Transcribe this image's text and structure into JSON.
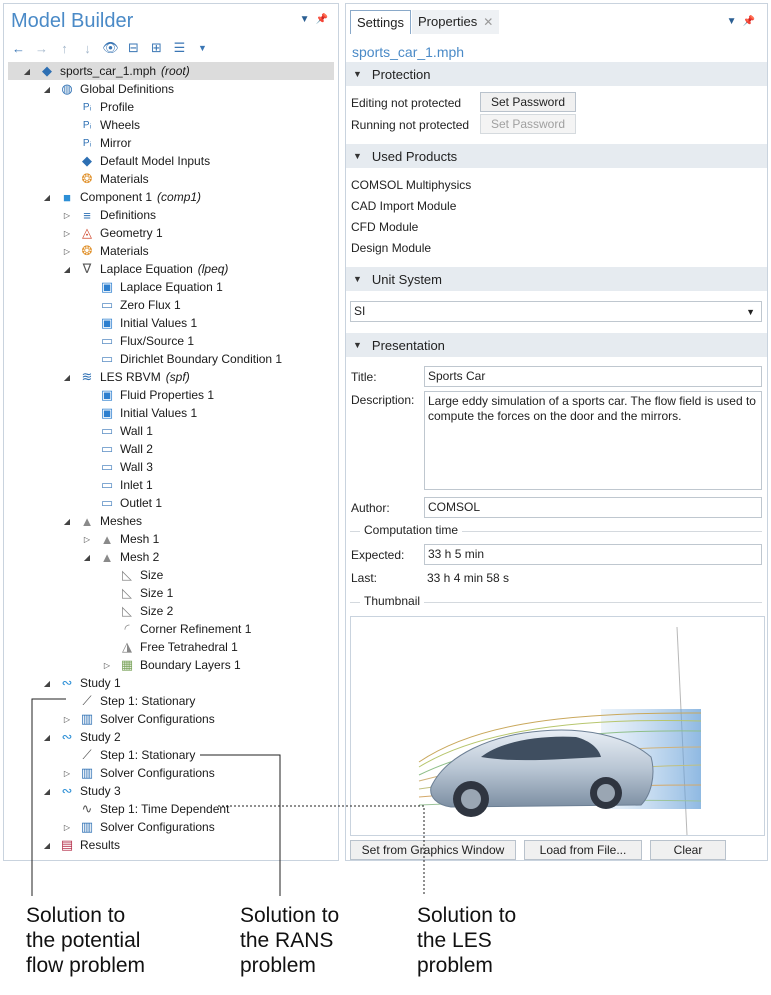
{
  "model_builder": {
    "title": "Model Builder",
    "tree": [
      {
        "label": "sports_car_1.mph",
        "tag": "(root)",
        "icon": "file-icon"
      },
      {
        "label": "Global Definitions",
        "icon": "globe-icon"
      },
      {
        "label": "Profile",
        "icon": "parameter-icon"
      },
      {
        "label": "Wheels",
        "icon": "parameter-icon"
      },
      {
        "label": "Mirror",
        "icon": "parameter-icon"
      },
      {
        "label": "Default Model Inputs",
        "icon": "model-inputs-icon"
      },
      {
        "label": "Materials",
        "icon": "materials-icon"
      },
      {
        "label": "Component 1",
        "tag": "(comp1)",
        "icon": "component-icon"
      },
      {
        "label": "Definitions",
        "icon": "definitions-icon"
      },
      {
        "label": "Geometry 1",
        "icon": "geometry-icon"
      },
      {
        "label": "Materials",
        "icon": "materials-icon"
      },
      {
        "label": "Laplace Equation",
        "tag": "(lpeq)",
        "icon": "physics-icon"
      },
      {
        "label": "Laplace Equation 1",
        "icon": "domain-feature-icon"
      },
      {
        "label": "Zero Flux 1",
        "icon": "boundary-feature-icon"
      },
      {
        "label": "Initial Values 1",
        "icon": "domain-feature-icon"
      },
      {
        "label": "Flux/Source 1",
        "icon": "boundary-feature-icon"
      },
      {
        "label": "Dirichlet Boundary Condition 1",
        "icon": "boundary-feature-icon"
      },
      {
        "label": "LES RBVM",
        "tag": "(spf)",
        "icon": "flow-physics-icon"
      },
      {
        "label": "Fluid Properties 1",
        "icon": "domain-feature-icon"
      },
      {
        "label": "Initial Values 1",
        "icon": "domain-feature-icon"
      },
      {
        "label": "Wall 1",
        "icon": "boundary-feature-icon"
      },
      {
        "label": "Wall 2",
        "icon": "boundary-feature-icon"
      },
      {
        "label": "Wall 3",
        "icon": "boundary-feature-icon"
      },
      {
        "label": "Inlet 1",
        "icon": "boundary-feature-icon"
      },
      {
        "label": "Outlet 1",
        "icon": "boundary-feature-icon"
      },
      {
        "label": "Meshes",
        "icon": "mesh-icon"
      },
      {
        "label": "Mesh 1",
        "icon": "mesh-icon"
      },
      {
        "label": "Mesh 2",
        "icon": "mesh-icon"
      },
      {
        "label": "Size",
        "icon": "size-icon"
      },
      {
        "label": "Size 1",
        "icon": "size-icon"
      },
      {
        "label": "Size 2",
        "icon": "size-icon"
      },
      {
        "label": "Corner Refinement 1",
        "icon": "corner-refinement-icon"
      },
      {
        "label": "Free Tetrahedral 1",
        "icon": "free-tetrahedral-icon"
      },
      {
        "label": "Boundary Layers 1",
        "icon": "boundary-layers-icon"
      },
      {
        "label": "Study 1",
        "icon": "study-icon"
      },
      {
        "label": "Step 1: Stationary",
        "icon": "stationary-step-icon"
      },
      {
        "label": "Solver Configurations",
        "icon": "solver-icon"
      },
      {
        "label": "Study 2",
        "icon": "study-icon"
      },
      {
        "label": "Step 1: Stationary",
        "icon": "stationary-step-icon"
      },
      {
        "label": "Solver Configurations",
        "icon": "solver-icon"
      },
      {
        "label": "Study 3",
        "icon": "study-icon"
      },
      {
        "label": "Step 1: Time Dependent",
        "icon": "time-dependent-step-icon"
      },
      {
        "label": "Solver Configurations",
        "icon": "solver-icon"
      },
      {
        "label": "Results",
        "icon": "results-icon"
      }
    ]
  },
  "settings": {
    "tabs": [
      "Settings",
      "Properties"
    ],
    "filename": "sports_car_1.mph",
    "protection": {
      "header": "Protection",
      "editing_label": "Editing not protected",
      "running_label": "Running not protected",
      "set_password": "Set Password"
    },
    "used_products": {
      "header": "Used Products",
      "items": [
        "COMSOL Multiphysics",
        "CAD Import Module",
        "CFD Module",
        "Design Module"
      ]
    },
    "unit_system": {
      "header": "Unit System",
      "value": "SI"
    },
    "presentation": {
      "header": "Presentation",
      "title_label": "Title:",
      "title_value": "Sports Car",
      "description_label": "Description:",
      "description_value": "Large eddy simulation of a sports car. The flow field is used to compute the forces on the door and the mirrors.",
      "author_label": "Author:",
      "author_value": "COMSOL",
      "computation_time_label": "Computation time",
      "expected_label": "Expected:",
      "expected_value": "33 h 5 min",
      "last_label": "Last:",
      "last_value": "33 h 4 min 58 s",
      "thumbnail_label": "Thumbnail"
    },
    "buttons": {
      "set_from_graphics": "Set from Graphics Window",
      "load_from_file": "Load from File...",
      "clear": "Clear"
    }
  },
  "callouts": [
    {
      "lines": [
        "Solution to",
        "the potential",
        "flow problem"
      ]
    },
    {
      "lines": [
        "Solution to",
        "the RANS",
        "problem"
      ]
    },
    {
      "lines": [
        "Solution to",
        "the LES",
        "problem"
      ]
    }
  ],
  "colors": {
    "accent": "#4a8ac7",
    "section_bg": "#e6ebf0",
    "selected_row": "#dcdcdc"
  }
}
